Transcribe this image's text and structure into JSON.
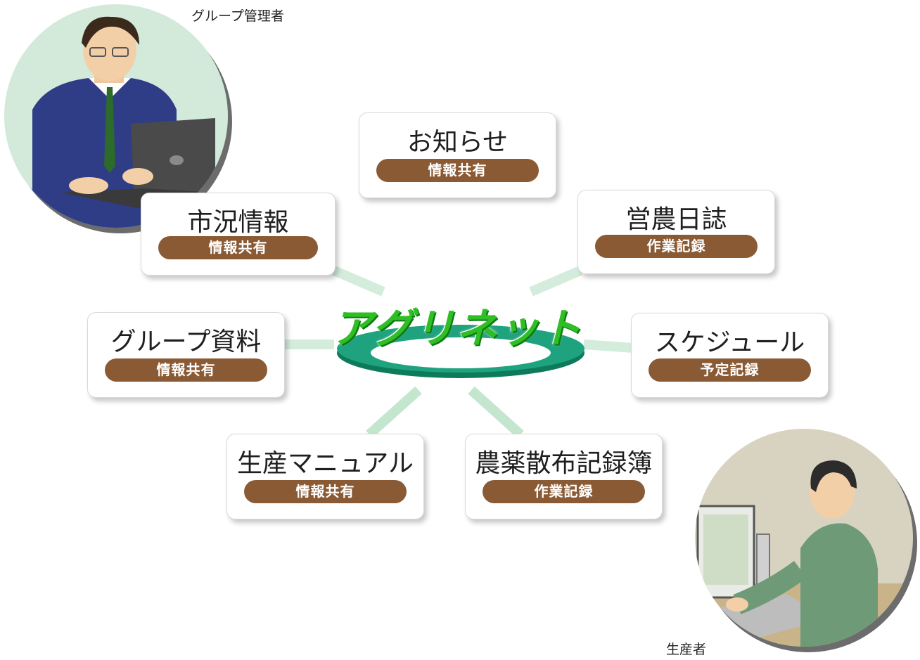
{
  "center_logo": {
    "text": "アグリネット"
  },
  "cards": [
    {
      "title": "お知らせ",
      "tag": "情報共有"
    },
    {
      "title": "市況情報",
      "tag": "情報共有"
    },
    {
      "title": "営農日誌",
      "tag": "作業記録"
    },
    {
      "title": "グループ資料",
      "tag": "情報共有"
    },
    {
      "title": "スケジュール",
      "tag": "予定記録"
    },
    {
      "title": "生産マニュアル",
      "tag": "情報共有"
    },
    {
      "title": "農薬散布記録簿",
      "tag": "作業記録"
    }
  ],
  "people": {
    "admin": {
      "label": "グループ管理者"
    },
    "producer": {
      "label": "生産者"
    }
  },
  "colors": {
    "tag_bg": "#8a5a34",
    "logo_green": "#2fbe24",
    "connector": "#cfe9d6",
    "ring": "#1a8a6a"
  }
}
